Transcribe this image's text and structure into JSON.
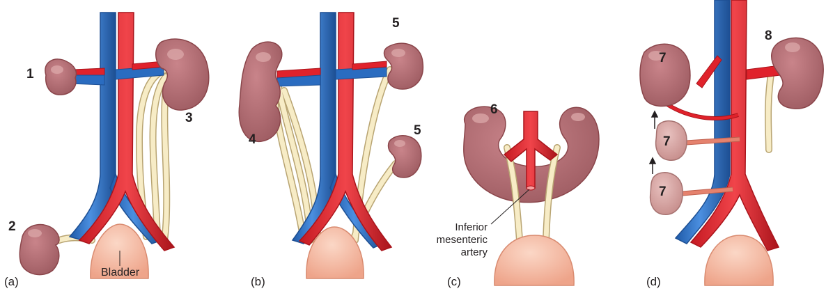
{
  "colors": {
    "vein": "#2a6cc0",
    "vein_dark": "#1d4f93",
    "artery": "#e0222b",
    "artery_dark": "#a9141b",
    "ureter": "#f7ecc6",
    "ureter_stroke": "#b8a472",
    "kidney": "#b86b70",
    "kidney_dark": "#8a454a",
    "kidney_light": "#d9a5a6",
    "bladder": "#f4b8a0",
    "pelvic_kidney": "#d49e9c",
    "ima": "#e5826e"
  },
  "panels": {
    "a": {
      "panel_label": "(a)",
      "labels": {
        "n1": "1",
        "n2": "2",
        "n3": "3",
        "bladder": "Bladder"
      }
    },
    "b": {
      "panel_label": "(b)",
      "labels": {
        "n4": "4",
        "n5_top": "5",
        "n5_bottom": "5"
      }
    },
    "c": {
      "panel_label": "(c)",
      "labels": {
        "n6": "6",
        "ima_line1": "Inferior",
        "ima_line2": "mesenteric",
        "ima_line3": "artery"
      }
    },
    "d": {
      "panel_label": "(d)",
      "labels": {
        "n7_top": "7",
        "n7_mid": "7",
        "n7_bottom": "7",
        "n8": "8"
      }
    }
  },
  "icons": {
    "ascent_arrow": "up-arrow-icon"
  }
}
